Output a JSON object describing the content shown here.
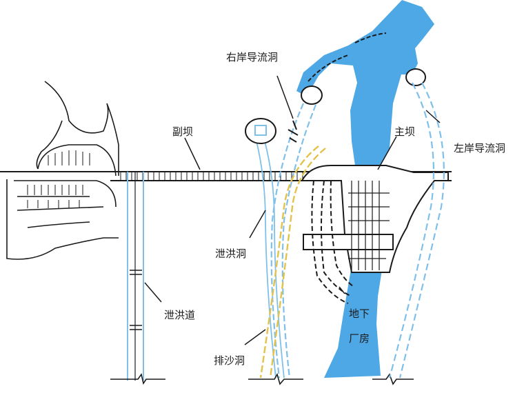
{
  "labels": {
    "right_bank_diversion_tunnel": "右岸导流洞",
    "left_bank_diversion_tunnel": "左岸导流洞",
    "auxiliary_dam": "副坝",
    "main_dam": "主坝",
    "flood_discharge_tunnel": "泄洪洞",
    "spillway": "泄洪道",
    "sand_flushing_tunnel": "排沙洞",
    "underground_powerhouse_line1": "地下",
    "underground_powerhouse_line2": "厂房"
  },
  "colors": {
    "river_fill": "#4fa8e6",
    "tunnel_line": "#7fc0ea",
    "sand_tunnel_line": "#e3c24a",
    "ink": "#1a1a1a"
  }
}
